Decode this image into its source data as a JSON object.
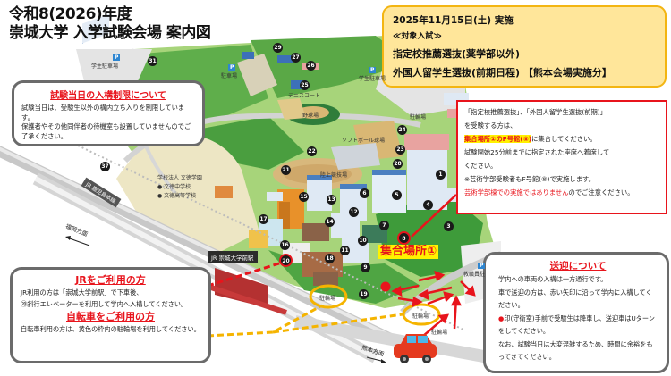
{
  "header": {
    "title_line1": "令和8(2026)年度",
    "title_line2": "崇城大学 入学試験会場 案内図"
  },
  "exam_info": {
    "date": "2025年11月15日(土) 実施",
    "target_label": "≪対象入試≫",
    "exam1": "指定校推薦選抜(薬学部以外)",
    "exam2": "外国人留学生選抜(前期日程) 【熊本会場実施分】"
  },
  "entry_restriction": {
    "heading": "試験当日の入構制限について",
    "line1": "試験当日は、受験生以外の構内立ち入りを制限しています。",
    "line2": "保護者やその他同伴者の待機室も設置していませんのでご了承ください。"
  },
  "assembly_notice": {
    "line1": "「指定校推薦選抜」、「外国人留学生選抜(前期)」",
    "line2": "を受験する方は、",
    "highlight": "集合場所①のF号館(⑧)",
    "line3_rest": "に集合してください。",
    "line4": "試験開始25分前までに指定された座席へ着席して",
    "line5": "ください。",
    "line6": "※芸術学部受験者もF号館(⑧)で実施します。",
    "warning_underlined": "芸術学部棟での実施ではありません",
    "warning_rest": "のでご注意ください。"
  },
  "transport": {
    "jr_heading": "JRをご利用の方",
    "jr_line1": "JR利用の方は「崇城大学前駅」で下車後、",
    "jr_line2": "⑳斜行エレベーターを利用して学内へ入構してください。",
    "bike_heading": "自転車をご利用の方",
    "bike_line1": "自転車利用の方は、黄色の枠内の駐輪場を利用してください。"
  },
  "pickup": {
    "heading": "送迎について",
    "line1": "学内への車両の入構は一方通行です。",
    "line2": "車で送迎の方は、赤い矢印に沿って学内に入構してください。",
    "dot_symbol": "●",
    "line3": "印(守衛室)手前で受験生は降車し、送迎車はUターンをしてください。",
    "line4": "なお、試験当日は大変混雑するため、時間に余裕をもってきてください。"
  },
  "map": {
    "assembly_point_label": "集合場所①",
    "station_label": "JR 崇城大学前駅",
    "rail_line_label": "JR 鹿児島本線",
    "direction_fukuoka": "福岡方面",
    "direction_kumamoto": "熊本方面",
    "school_name": "学校法人 文徳学園",
    "school_items": [
      "● 文徳中学校",
      "● 文徳高等学校"
    ],
    "places": {
      "tennis": "テニスコート",
      "baseball": "野球場",
      "softball": "ソフトボール球場",
      "track": "陸上競技場",
      "student_parking_1": "学生駐車場",
      "student_parking_2": "学生駐車場",
      "parking": "駐車場",
      "staff_parking": "教職員駐",
      "bike_parking_1": "駐輪場",
      "bike_parking_2": "駐輪場",
      "bike_parking_3": "駐輪場",
      "bike_parking_4": "駐輪場",
      "parking_icon": "P"
    },
    "building_numbers": [
      "1",
      "3",
      "4",
      "5",
      "6",
      "7",
      "8",
      "9",
      "10",
      "11",
      "12",
      "13",
      "14",
      "15",
      "16",
      "17",
      "18",
      "19",
      "20",
      "21",
      "22",
      "23",
      "24",
      "25",
      "26",
      "27",
      "28",
      "29",
      "31",
      "37"
    ]
  },
  "colors": {
    "accent_red": "#e8141c",
    "highlight_yellow": "#fff200",
    "info_box_bg": "#ffe69a",
    "info_box_border": "#f3b512",
    "bike_route": "#f5b400",
    "lawn": "#a7d47a",
    "forest": "#3e9b3a"
  }
}
